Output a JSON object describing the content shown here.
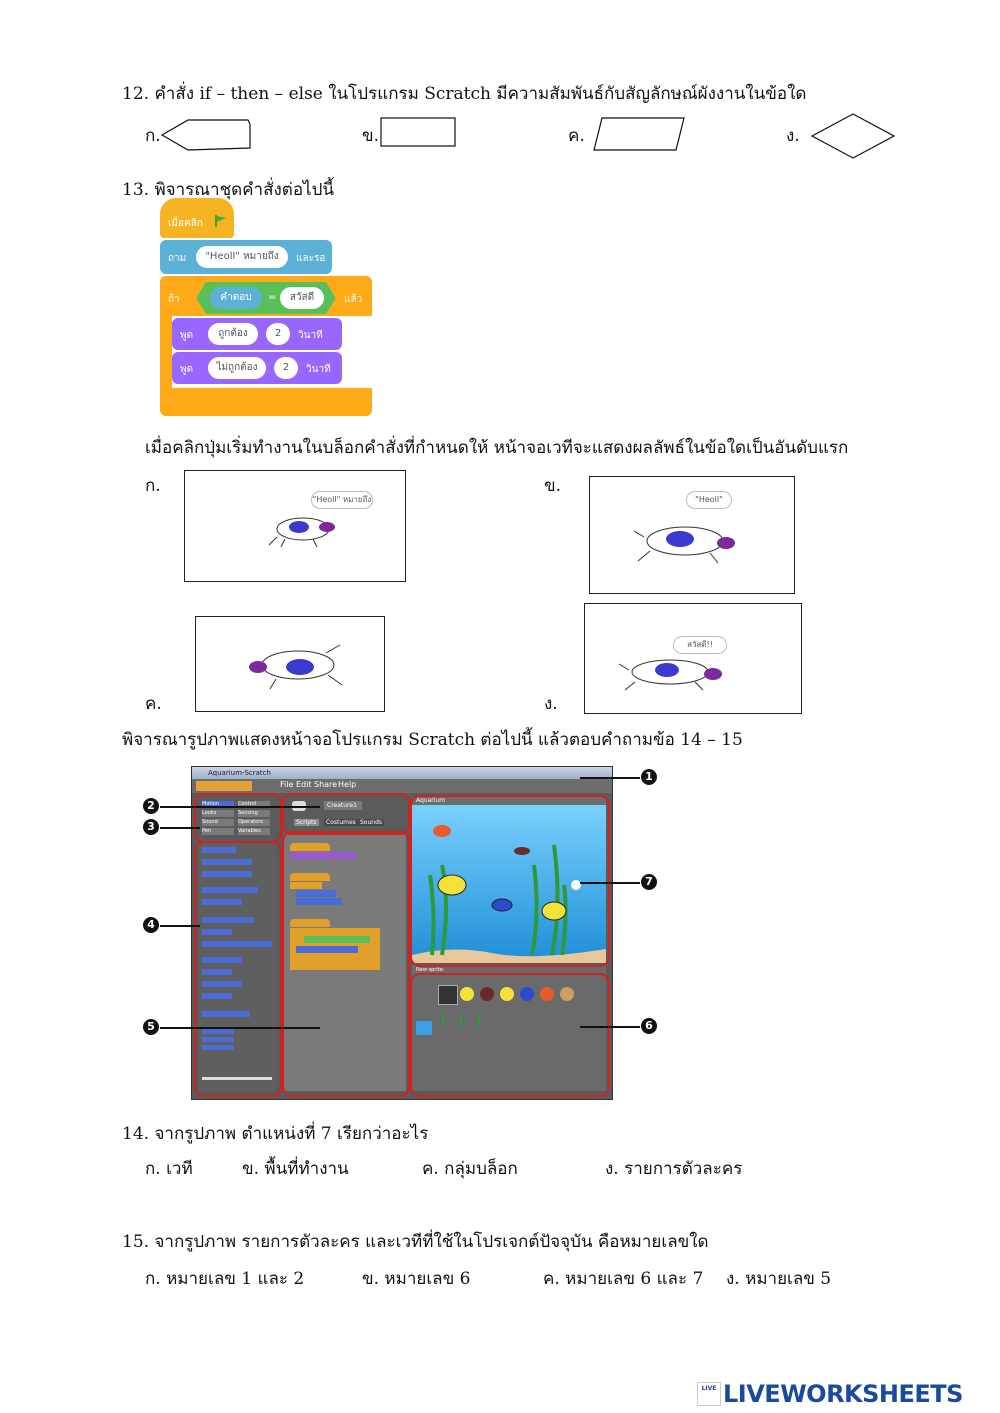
{
  "q12": {
    "question": "12. คำสั่ง if – then – else ในโปรแกรม Scratch มีความสัมพันธ์กับสัญลักษณ์ผังงานในข้อใด",
    "options": [
      "ก.",
      "ข.",
      "ค.",
      "ง."
    ]
  },
  "q13": {
    "question": "13. พิจารณาชุดคำสั่งต่อไปนี้",
    "blocks": {
      "hat": "เมื่อคลิก",
      "ask": "ถาม",
      "ask_text": "\"Heoll\" หมายถึง",
      "ask_wait": "และรอ",
      "if": "ถ้า",
      "answer": "คำตอบ",
      "equals": "=",
      "value": "สวัสดี",
      "then": "แล้ว",
      "say1": "พูด",
      "say1_text": "ถูกต้อง",
      "say1_num": "2",
      "say1_unit": "วินาที",
      "say2": "พูด",
      "say2_text": "ไม่ถูกต้อง",
      "say2_num": "2",
      "say2_unit": "วินาที"
    },
    "prompt": "เมื่อคลิกปุ่มเริ่มทำงานในบล็อกคำสั่งที่กำหนดให้  หน้าจอเวทีจะแสดงผลลัพธ์ในข้อใดเป็นอันดับแรก",
    "options": [
      "ก.",
      "ข.",
      "ค.",
      "ง."
    ],
    "bubbles": {
      "a": "\"Heoll\" หมายถึง",
      "b": "\"Heoll\"",
      "d": "สวัสดี!!"
    }
  },
  "intro_14_15": "พิจารณารูปภาพแสดงหน้าจอโปรแกรม Scratch ต่อไปนี้  แล้วตอบคำถามข้อ 14 – 15",
  "screenshot": {
    "title": "Aquarium-Scratch",
    "menu": [
      "File",
      "Edit",
      "Share",
      "Help"
    ],
    "categories": [
      "Motion",
      "Control",
      "Looks",
      "Sensing",
      "Sound",
      "Operators",
      "Pen",
      "Variables"
    ],
    "sprite_name": "Creature1",
    "tabs": [
      "Scripts",
      "Costumes",
      "Sounds"
    ],
    "stage_label": "Aquarium",
    "new_sprite_label": "New sprite:",
    "callouts": [
      "1",
      "2",
      "3",
      "4",
      "5",
      "6",
      "7"
    ]
  },
  "q14": {
    "question": "14. จากรูปภาพ ตำแหน่งที่ 7 เรียกว่าอะไร",
    "options": [
      "ก. เวที",
      "ข. พื้นที่ทำงาน",
      "ค. กลุ่มบล็อก",
      "ง. รายการตัวละคร"
    ]
  },
  "q15": {
    "question": "15. จากรูปภาพ รายการตัวละคร และเวทีที่ใช้ในโปรเจกต์ปัจจุบัน คือหมายเลขใด",
    "options": [
      "ก. หมายเลข 1 และ 2",
      "ข. หมายเลข 6",
      "ค. หมายเลข 6 และ 7",
      "ง. หมายเลข 5"
    ]
  },
  "brand": {
    "logo_small": "LIVE",
    "logo_text": "LIVEWORKSHEETS",
    "color": "#1a4aa0"
  }
}
